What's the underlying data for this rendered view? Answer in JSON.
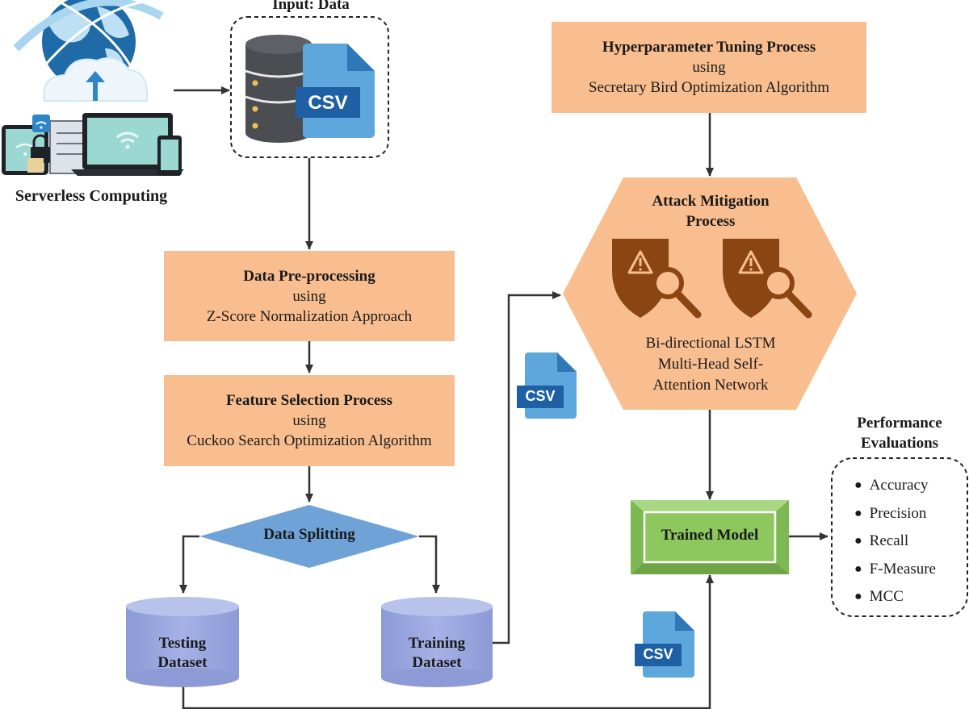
{
  "input": {
    "title": "Input: Data",
    "file_label": "CSV"
  },
  "source": {
    "label": "Serverless Computing"
  },
  "preprocessing": {
    "title": "Data Pre-processing",
    "connector": "using",
    "method": "Z-Score Normalization Approach"
  },
  "feature_selection": {
    "title": "Feature Selection Process",
    "connector": "using",
    "method": "Cuckoo Search Optimization Algorithm"
  },
  "splitting": {
    "label": "Data Splitting"
  },
  "testing": {
    "line1": "Testing",
    "line2": "Dataset"
  },
  "training": {
    "line1": "Training",
    "line2": "Dataset"
  },
  "file_icon_label": "CSV",
  "hyperparameter": {
    "title": "Hyperparameter Tuning Process",
    "connector": "using",
    "method": "Secretary Bird Optimization Algorithm"
  },
  "mitigation": {
    "title_line1": "Attack Mitigation",
    "title_line2": "Process",
    "line1": "Bi-directional LSTM",
    "line2": "Multi-Head Self-",
    "line3": "Attention Network"
  },
  "trained_model": {
    "label": "Trained Model"
  },
  "evaluation": {
    "title_line1": "Performance",
    "title_line2": "Evaluations",
    "metrics": [
      "Accuracy",
      "Precision",
      "Recall",
      "F-Measure",
      "MCC"
    ]
  },
  "colors": {
    "orange_box": "#f9be8f",
    "hex_orange": "#f9be8f",
    "diamond_blue": "#6fa3d8",
    "cylinder_purple": "#99a9de",
    "green_model": "#8dc75e",
    "shield_brown": "#8b4513",
    "csv_blue": "#3e8fd0"
  }
}
